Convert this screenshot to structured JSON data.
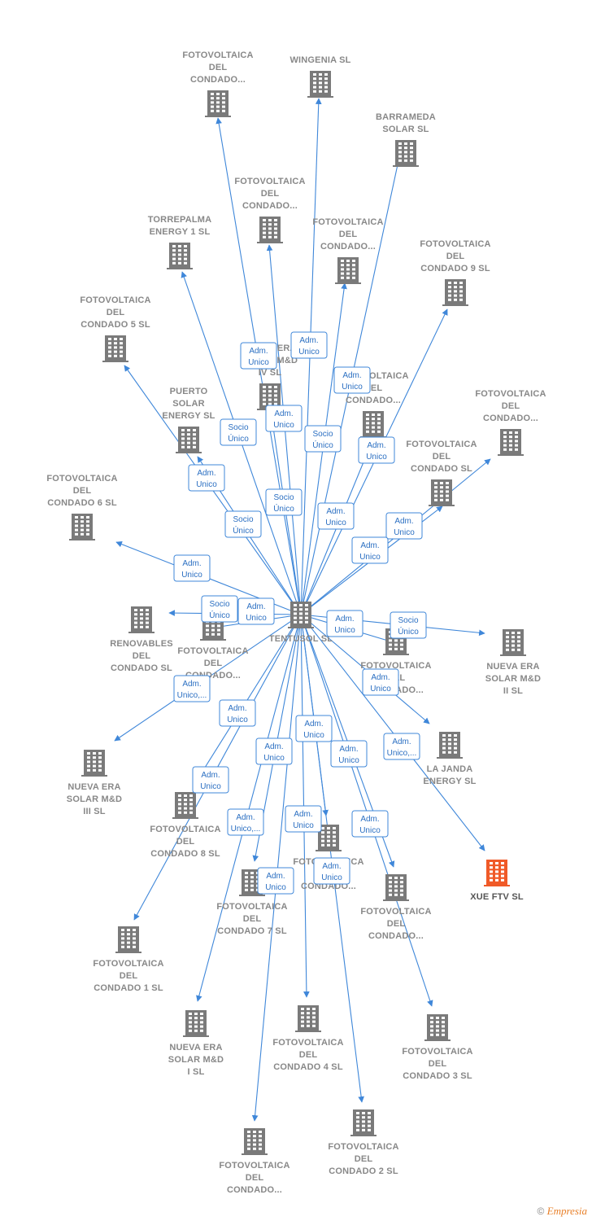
{
  "colors": {
    "node": "#7a7a7a",
    "highlight": "#f05a28",
    "edge": "#3f87d9"
  },
  "center": {
    "id": "tentusol",
    "label": "TENTUSOL SL"
  },
  "nodes": [
    {
      "id": "n1",
      "label": [
        "FOTOVOLTAICA",
        "DEL",
        "CONDADO..."
      ]
    },
    {
      "id": "n2",
      "label": [
        "WINGENIA SL"
      ]
    },
    {
      "id": "n3",
      "label": [
        "BARRAMEDA",
        "SOLAR  SL"
      ]
    },
    {
      "id": "n4",
      "label": [
        "FOTOVOLTAICA",
        "DEL",
        "CONDADO..."
      ]
    },
    {
      "id": "n5",
      "label": [
        "TORREPALMA",
        "ENERGY 1  SL"
      ]
    },
    {
      "id": "n6",
      "label": [
        "FOTOVOLTAICA",
        "DEL",
        "CONDADO..."
      ]
    },
    {
      "id": "n7",
      "label": [
        "FOTOVOLTAICA",
        "DEL",
        "CONDADO 9 SL"
      ]
    },
    {
      "id": "n8",
      "label": [
        "FOTOVOLTAICA",
        "DEL",
        "CONDADO 5 SL"
      ]
    },
    {
      "id": "n9",
      "label": [
        "NUEVA ERA",
        "SOLAR M&D",
        "IV  SL"
      ]
    },
    {
      "id": "n10",
      "label": [
        "FOTOVOLTAICA",
        "DEL",
        "CONDADO..."
      ]
    },
    {
      "id": "n11",
      "label": [
        "FOTOVOLTAICA",
        "DEL",
        "CONDADO..."
      ]
    },
    {
      "id": "n12",
      "label": [
        "PUERTO",
        "SOLAR",
        "ENERGY  SL"
      ]
    },
    {
      "id": "n13",
      "label": [
        "FOTOVOLTAICA",
        "DEL",
        "CONDADO SL"
      ]
    },
    {
      "id": "n14",
      "label": [
        "FOTOVOLTAICA",
        "DEL",
        "CONDADO 6 SL"
      ]
    },
    {
      "id": "n15",
      "label": [
        "RENOVABLES",
        "DEL",
        "CONDADO SL"
      ]
    },
    {
      "id": "n16",
      "label": [
        "FOTOVOLTAICA",
        "DEL",
        "CONDADO..."
      ]
    },
    {
      "id": "n17",
      "label": [
        "FOTOVOLTAICA",
        "DEL",
        "CONDADO..."
      ]
    },
    {
      "id": "n18",
      "label": [
        "NUEVA ERA",
        "SOLAR M&D",
        "II  SL"
      ]
    },
    {
      "id": "n19",
      "label": [
        "LA JANDA",
        "ENERGY  SL"
      ]
    },
    {
      "id": "n20",
      "label": [
        "NUEVA ERA",
        "SOLAR M&D",
        "III  SL"
      ]
    },
    {
      "id": "n21",
      "label": [
        "FOTOVOLTAICA",
        "DEL",
        "CONDADO 8 SL"
      ]
    },
    {
      "id": "n22",
      "label": [
        "FOTOVOLTAICA",
        "DEL",
        "CONDADO..."
      ]
    },
    {
      "id": "n23",
      "label": [
        "XUE FTV  SL"
      ],
      "highlight": true
    },
    {
      "id": "n24",
      "label": [
        "FOTOVOLTAICA",
        "DEL",
        "CONDADO 7 SL"
      ]
    },
    {
      "id": "n25",
      "label": [
        "FOTOVOLTAICA",
        "DEL",
        "CONDADO..."
      ]
    },
    {
      "id": "n26",
      "label": [
        "FOTOVOLTAICA",
        "DEL",
        "CONDADO 1 SL"
      ]
    },
    {
      "id": "n27",
      "label": [
        "NUEVA ERA",
        "SOLAR M&D",
        "I  SL"
      ]
    },
    {
      "id": "n28",
      "label": [
        "FOTOVOLTAICA",
        "DEL",
        "CONDADO 4 SL"
      ]
    },
    {
      "id": "n29",
      "label": [
        "FOTOVOLTAICA",
        "DEL",
        "CONDADO 3 SL"
      ]
    },
    {
      "id": "n30",
      "label": [
        "FOTOVOLTAICA",
        "DEL",
        "CONDADO..."
      ]
    },
    {
      "id": "n31",
      "label": [
        "FOTOVOLTAICA",
        "DEL",
        "CONDADO 2 SL"
      ]
    }
  ],
  "edges": [
    {
      "to": "n1",
      "label": [
        "Adm.",
        "Unico"
      ]
    },
    {
      "to": "n2",
      "label": [
        "Adm.",
        "Unico"
      ]
    },
    {
      "to": "n3",
      "label": [
        "Adm.",
        "Unico"
      ]
    },
    {
      "to": "n4",
      "label": [
        "Adm.",
        "Unico"
      ]
    },
    {
      "to": "n5",
      "label": [
        "Socio",
        "Único"
      ]
    },
    {
      "to": "n6",
      "label": [
        "Socio",
        "Único"
      ]
    },
    {
      "to": "n7",
      "label": [
        "Adm.",
        "Unico"
      ]
    },
    {
      "to": "n8",
      "label": [
        "Adm.",
        "Unico"
      ]
    },
    {
      "to": "n9",
      "label": [
        "Socio",
        "Único"
      ]
    },
    {
      "to": "n12",
      "label": [
        "Socio",
        "Único"
      ]
    },
    {
      "to": "n10",
      "label": [
        "Adm.",
        "Unico"
      ]
    },
    {
      "to": "n13",
      "label": [
        "Adm.",
        "Unico"
      ]
    },
    {
      "to": "n11",
      "label": [
        "Adm.",
        "Unico"
      ]
    },
    {
      "to": "n14",
      "label": [
        "Adm.",
        "Unico"
      ]
    },
    {
      "to": "n15",
      "label": [
        "Socio",
        "Único"
      ]
    },
    {
      "to": "n16",
      "label": [
        "Adm.",
        "Unico"
      ]
    },
    {
      "to": "n17",
      "label": [
        "Adm.",
        "Unico"
      ]
    },
    {
      "to": "n18",
      "label": [
        "Socio",
        "Único"
      ]
    },
    {
      "to": "n19",
      "label": [
        "Adm.",
        "Unico"
      ]
    },
    {
      "to": "n20",
      "label": [
        "Adm.",
        "Unico,..."
      ]
    },
    {
      "to": "n23",
      "label": [
        "Adm.",
        "Unico,..."
      ]
    },
    {
      "to": "n21",
      "label": [
        "Adm.",
        "Unico"
      ]
    },
    {
      "to": "n26",
      "label": [
        "Adm.",
        "Unico"
      ]
    },
    {
      "to": "n22",
      "label": [
        "Adm.",
        "Unico"
      ]
    },
    {
      "to": "n29",
      "label": [
        "Adm.",
        "Unico"
      ]
    },
    {
      "to": "n27",
      "label": [
        "Adm.",
        "Unico,..."
      ]
    },
    {
      "to": "n24",
      "label": [
        "Adm.",
        "Unico"
      ]
    },
    {
      "to": "n28",
      "label": [
        "Adm.",
        "Unico"
      ]
    },
    {
      "to": "n25",
      "label": [
        "Adm.",
        "Unico"
      ]
    },
    {
      "to": "n30",
      "label": [
        "Adm.",
        "Unico"
      ]
    },
    {
      "to": "n31",
      "label": [
        "Adm.",
        "Unico"
      ]
    }
  ],
  "footer": {
    "copyright": "©",
    "brand": "Empresia"
  }
}
